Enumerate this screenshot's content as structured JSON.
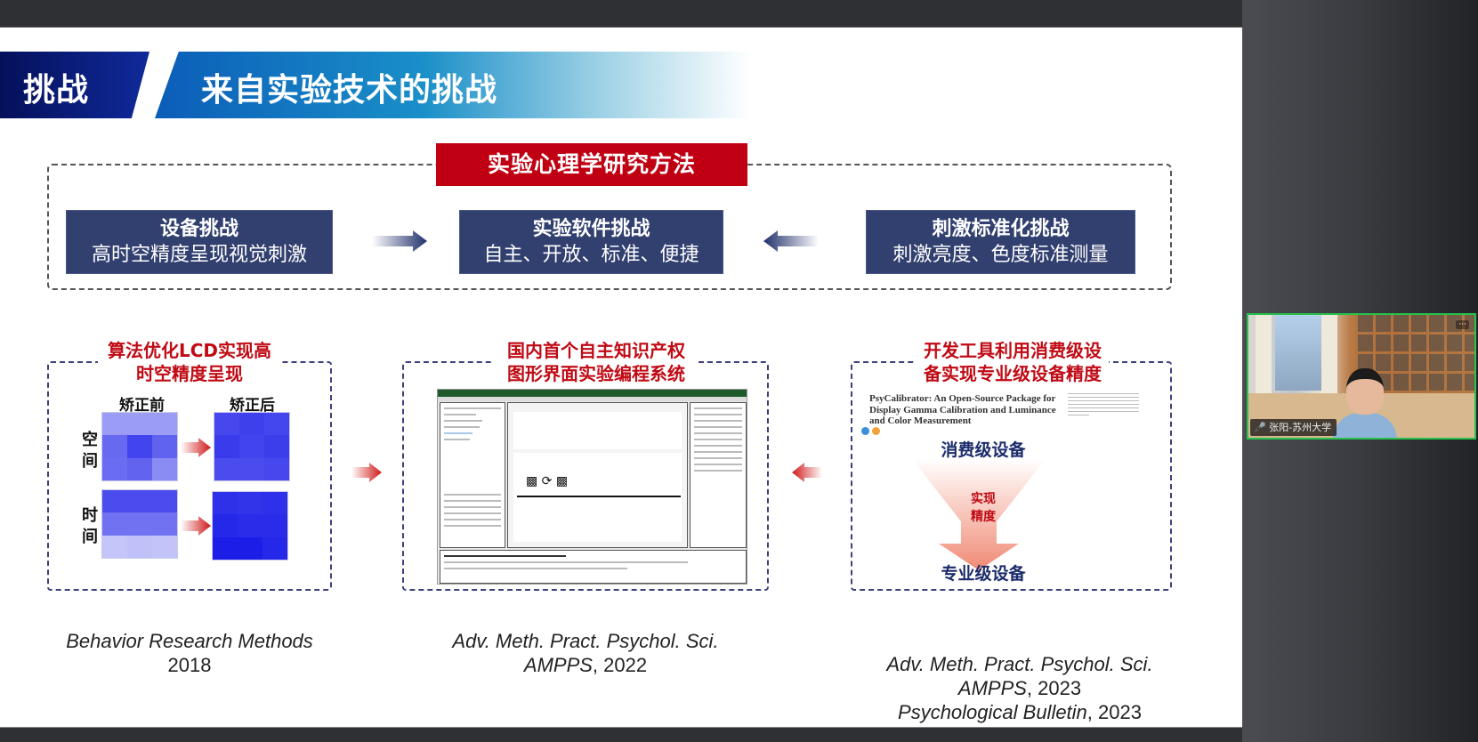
{
  "slide": {
    "section_label": "挑战",
    "title": "来自实验技术的挑战",
    "method_tag": "实验心理学研究方法",
    "challenges": [
      {
        "heading": "设备挑战",
        "sub": "高时空精度呈现视觉刺激"
      },
      {
        "heading": "实验软件挑战",
        "sub": "自主、开放、标准、便捷"
      },
      {
        "heading": "刺激标准化挑战",
        "sub": "刺激亮度、色度标准测量"
      }
    ],
    "panels": [
      {
        "title_line1": "算法优化LCD实现高",
        "title_line2": "时空精度呈现",
        "col_before": "矫正前",
        "col_after": "矫正后",
        "row_space": "空间",
        "row_time": "时间",
        "citation_line1": "Behavior Research Methods",
        "citation_line2": "2018"
      },
      {
        "title_line1": "国内首个自主知识产权",
        "title_line2": "图形界面实验编程系统",
        "citation_line1": "Adv. Meth. Pract. Psychol. Sci.",
        "citation_journal": "AMPPS",
        "citation_year": ", 2022"
      },
      {
        "title_line1": "开发工具利用消费级设",
        "title_line2": "备实现专业级设备精度",
        "paper_title": "PsyCalibrator: An Open-Source Package for Display Gamma Calibration and Luminance and Color Measurement",
        "consumer_label": "消费级设备",
        "precision_label_1": "实现",
        "precision_label_2": "精度",
        "pro_label": "专业级设备",
        "citation_line1": "Adv. Meth. Pract. Psychol. Sci.",
        "citation_journal": "AMPPS",
        "citation_year": ", 2023",
        "citation_journal2": "Psychological Bulletin",
        "citation_year2": ", 2023"
      }
    ],
    "colors": {
      "navy": "#324070",
      "red": "#c00012",
      "dashed_border": "#3d4080"
    }
  },
  "video": {
    "participant_name": "张阳-苏州大学",
    "more_label": "···"
  }
}
